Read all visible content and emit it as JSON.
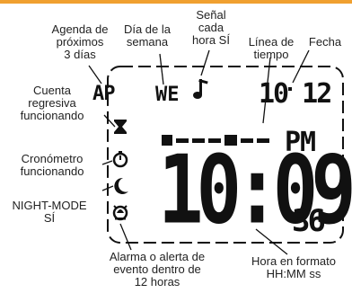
{
  "colors": {
    "accent_bar": "#f0a030",
    "ink": "#111111",
    "frame": "#111111"
  },
  "labels": {
    "agenda": "Agenda de\npróximos\n3 días",
    "dia": "Día de la\nsemana",
    "senal": "Señal\ncada\nhora SÍ",
    "linea": "Línea de\ntiempo",
    "fecha": "Fecha",
    "cuenta": "Cuenta\nregresiva\nfuncionando",
    "crono": "Cronómetro\nfuncionando",
    "night": "NIGHT-MODE\nSÍ",
    "alarma": "Alarma o alerta de\nevento dentro de\n12 horas",
    "hora": "Hora en formato\nHH:MM ss"
  },
  "display": {
    "agenda": "AP",
    "weekday": "WE",
    "date": "10 12",
    "ampm": "PM",
    "time": "10:09",
    "seconds": "36"
  },
  "icons": [
    "note-icon",
    "hourglass-icon",
    "stopwatch-icon",
    "moon-icon",
    "alarm-bell-icon"
  ]
}
